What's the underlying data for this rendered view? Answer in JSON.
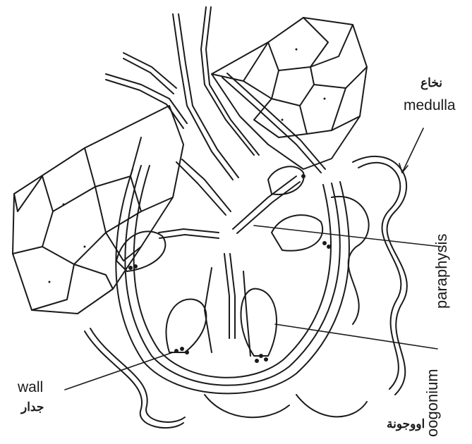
{
  "labels": {
    "medulla_ar": "نخاع",
    "medulla_en": "medulla",
    "paraphysis": "paraphysis",
    "oogonium": "oogonium",
    "oogonium_ar": "اووجونة",
    "wall_en": "wall",
    "wall_ar": "جدار"
  },
  "colors": {
    "ink": "#1a1a1a",
    "paper": "#ffffff"
  }
}
